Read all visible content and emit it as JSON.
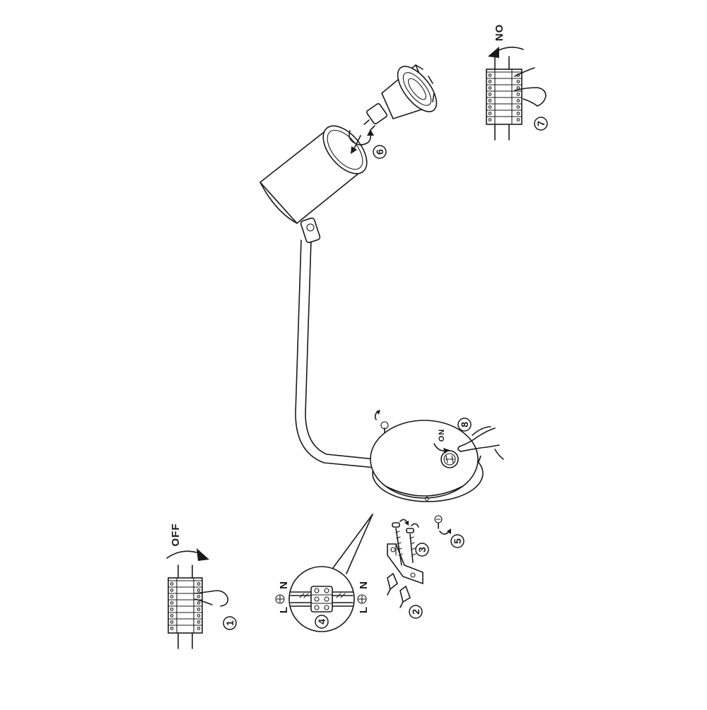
{
  "labels": {
    "off": "OFF",
    "on_breaker": "ON",
    "on_switch": "ON",
    "live": "L",
    "neutral": "N",
    "live_right": "L",
    "neutral_right": "N"
  },
  "steps": [
    "1",
    "2",
    "3",
    "4",
    "5",
    "6",
    "7",
    "8"
  ],
  "icons": {
    "breaker_off": "breaker-panel-icon",
    "breaker_on": "breaker-panel-icon",
    "earth": "earth-ground-icon",
    "rotate": "rotate-arrow-icon"
  }
}
